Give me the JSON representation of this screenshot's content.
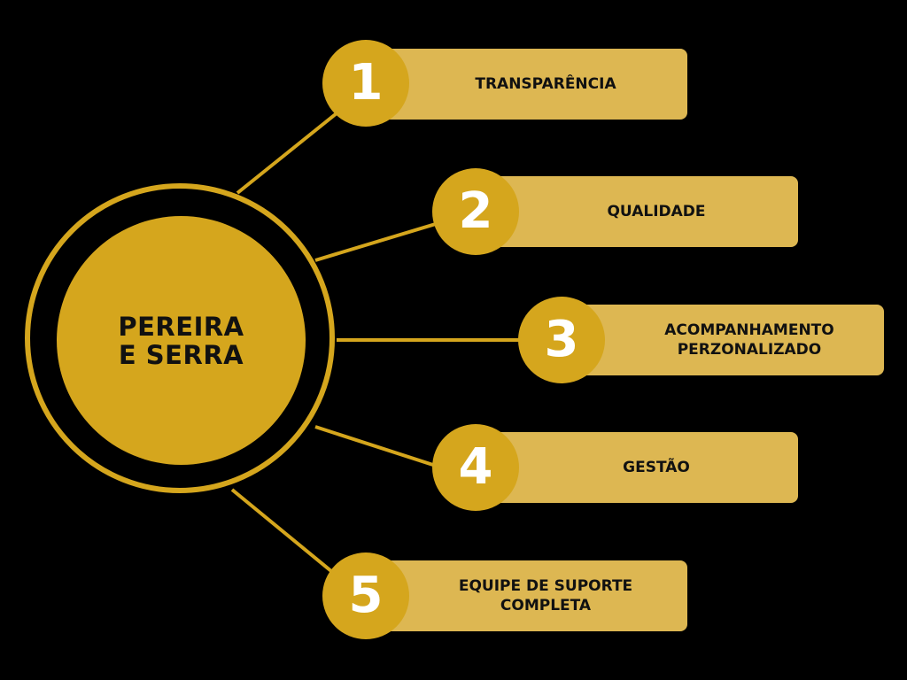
{
  "colors": {
    "background": "#000000",
    "accent": "#D5A61D",
    "bar": "#DDB752",
    "text_dark": "#111111",
    "number": "#FFFFFF"
  },
  "hub": {
    "title": "PEREIRA\nE SERRA"
  },
  "items": [
    {
      "number": "1",
      "label": "TRANSPARÊNCIA"
    },
    {
      "number": "2",
      "label": "QUALIDADE"
    },
    {
      "number": "3",
      "label": "ACOMPANHAMENTO\nPERZONALIZADO"
    },
    {
      "number": "4",
      "label": "GESTÃO"
    },
    {
      "number": "5",
      "label": "EQUIPE DE SUPORTE\nCOMPLETA"
    }
  ]
}
